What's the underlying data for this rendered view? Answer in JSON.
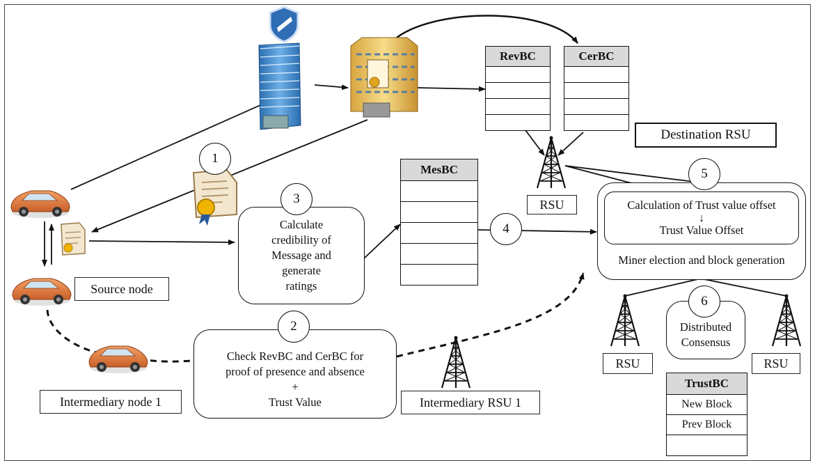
{
  "labels": {
    "destination_rsu": "Destination RSU",
    "rsu": "RSU",
    "source_node": "Source node",
    "intermediary_node": "Intermediary node 1",
    "intermediary_rsu": "Intermediary RSU 1"
  },
  "steps": [
    "1",
    "2",
    "3",
    "4",
    "5",
    "6"
  ],
  "boxes": {
    "calculate": [
      "Calculate",
      "credibility of",
      "Message and",
      "generate",
      "ratings"
    ],
    "check": [
      "Check RevBC and CerBC for",
      "proof of presence and absence",
      "+",
      "Trust Value"
    ],
    "trust_calc": "Calculation of Trust value offset",
    "trust_arrow": "↓",
    "trust_offset": "Trust Value Offset",
    "miner": "Miner election and block generation",
    "consensus": [
      "Distributed",
      "Consensus"
    ]
  },
  "chains": {
    "revbc": "RevBC",
    "cerbc": "CerBC",
    "mesbc": "MesBC",
    "trustbc": {
      "title": "TrustBC",
      "rows": [
        "New Block",
        "Prev Block",
        ""
      ]
    }
  },
  "icons": [
    "vehicle-icon",
    "shield-building-icon",
    "certificate-authority-building-icon",
    "certificate-icon",
    "document-icon",
    "rsu-tower-icon"
  ],
  "colors": {
    "car": "#e07a35",
    "building_blue": "#3b82c4",
    "shield": "#2f6db5",
    "header_gray": "#d9d9d9"
  }
}
